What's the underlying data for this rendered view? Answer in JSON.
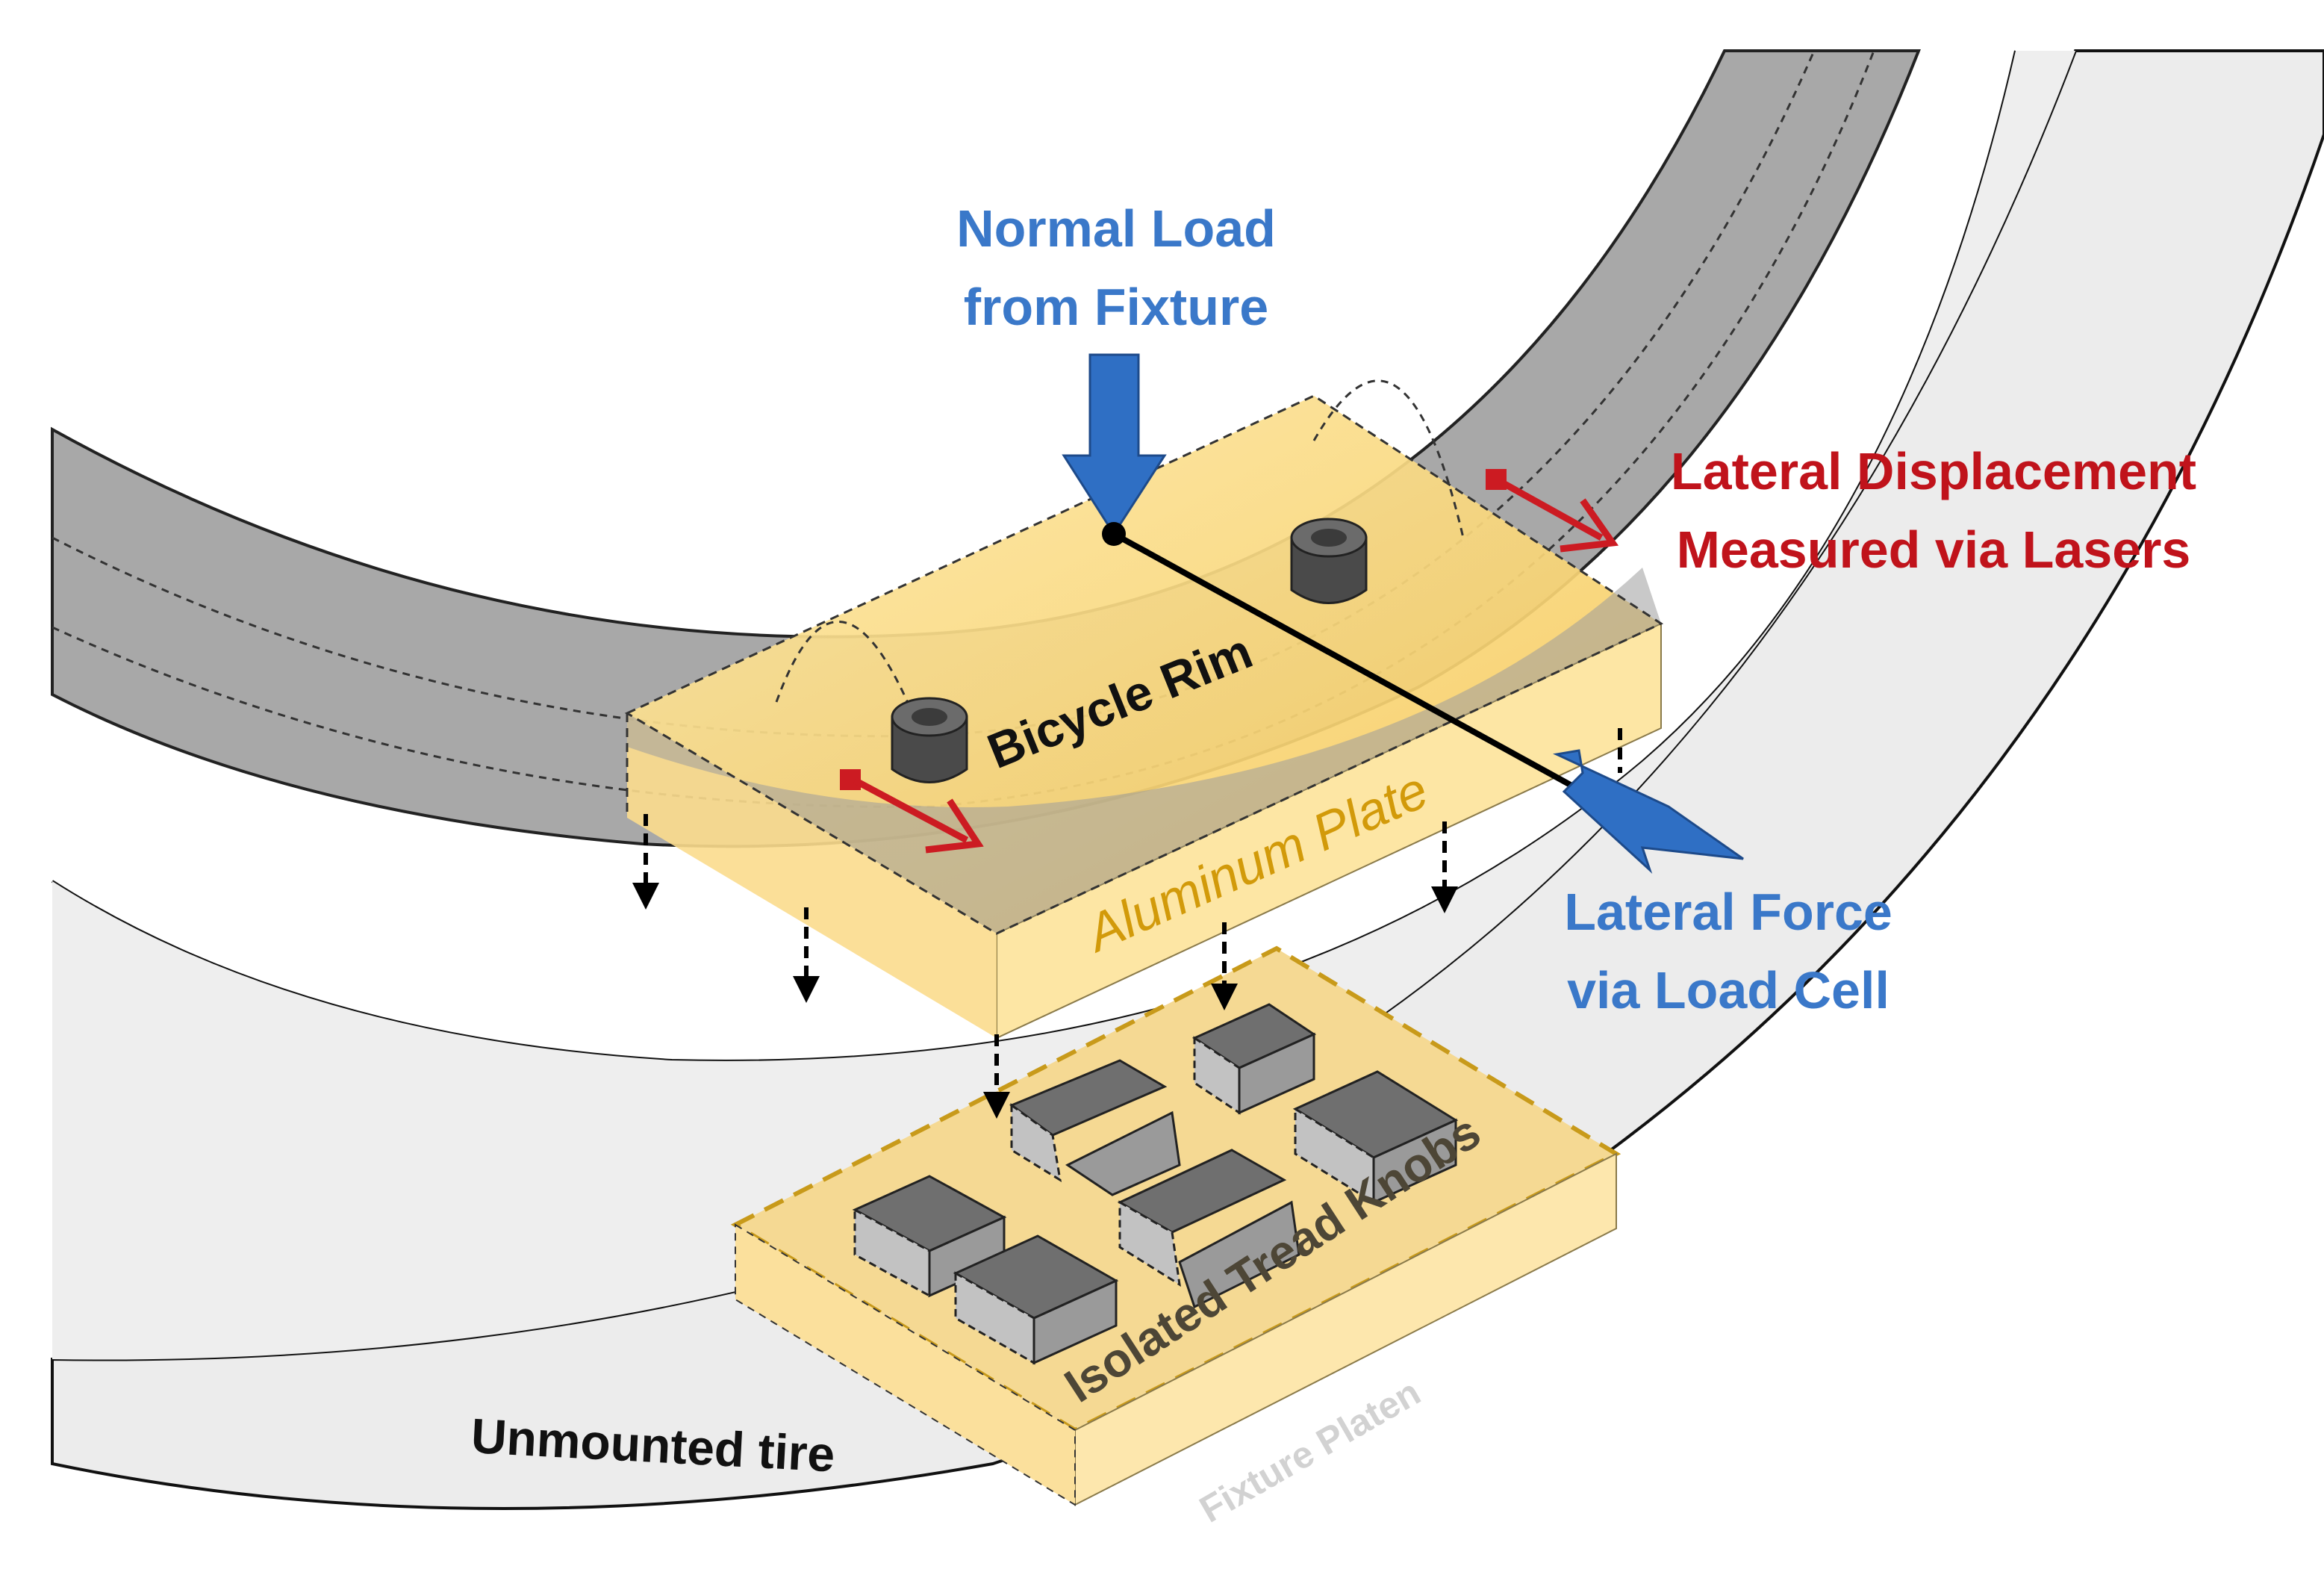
{
  "labels": {
    "normal_load_line1": "Normal Load",
    "normal_load_line2": "from Fixture",
    "lateral_disp_line1": "Lateral Displacement",
    "lateral_disp_line2": "Measured via Lasers",
    "lateral_force_line1": "Lateral Force",
    "lateral_force_line2": "via Load Cell",
    "bicycle_rim": "Bicycle Rim",
    "aluminum_plate": "Aluminum Plate",
    "tread_knobs": "Isolated Tread Knobs",
    "unmounted_tire": "Unmounted tire",
    "fixture_platen": "Fixture Platen"
  },
  "colors": {
    "load_arrow_blue": "#2f6fc4",
    "laser_red": "#cc1b22",
    "aluminum": "#fbe3a0",
    "rim_gray": "#a9a9a9",
    "tire_gray": "#ececec",
    "platen": "#f7dc96",
    "knob_top": "#6f6f6f"
  }
}
